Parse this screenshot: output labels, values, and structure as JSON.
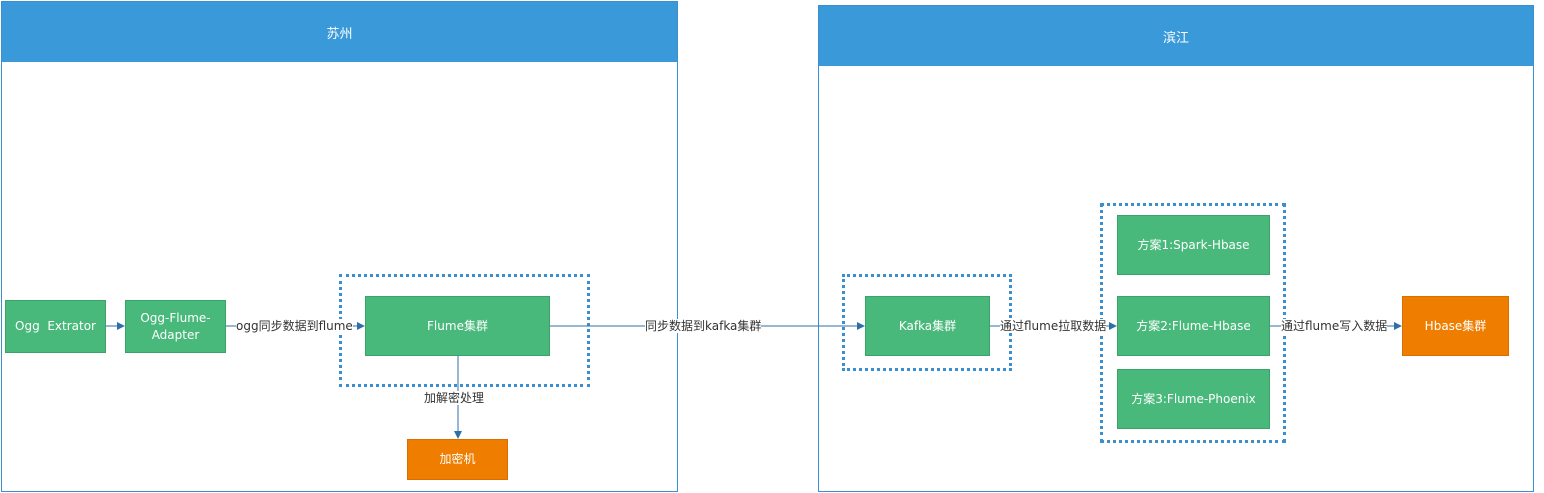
{
  "regions": {
    "suzhou": {
      "title": "苏州"
    },
    "binjiang": {
      "title": "滨江"
    }
  },
  "nodes": {
    "ogg_extrator": "Ogg  Extrator",
    "ogg_flume_adapter_line1": "Ogg-Flume-",
    "ogg_flume_adapter_line2": "Adapter",
    "flume_cluster": "Flume集群",
    "encryptor": "加密机",
    "kafka_cluster": "Kafka集群",
    "plan1": "方案1:Spark-Hbase",
    "plan2": "方案2:Flume-Hbase",
    "plan3": "方案3:Flume-Phoenix",
    "hbase_cluster": "Hbase集群"
  },
  "edges": {
    "ogg_to_flume": "ogg同步数据到flume",
    "flume_to_encryptor": "加解密处理",
    "flume_to_kafka": "同步数据到kafka集群",
    "kafka_to_plans": "通过flume拉取数据",
    "plans_to_hbase": "通过flume写入数据"
  },
  "colors": {
    "region_header": "#3a9ad9",
    "border": "#3a8fd0",
    "node_green": "#48b97b",
    "node_orange": "#ee7d00",
    "edge": "#2f6fa8"
  }
}
